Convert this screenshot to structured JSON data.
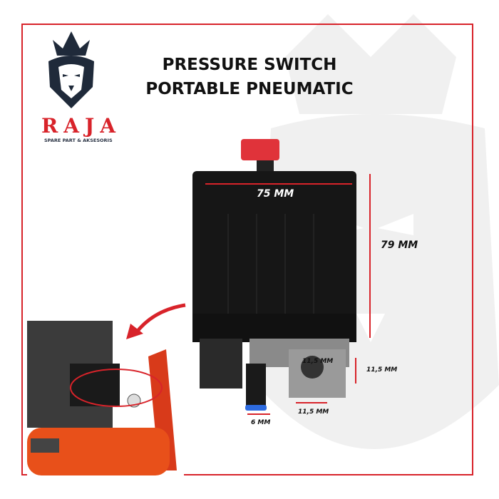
{
  "title": {
    "line1": "PRESSURE SWITCH",
    "line2": "PORTABLE PNEUMATIC"
  },
  "logo": {
    "brand": "RAJA",
    "tagline": "SPARE PART & AKSESORIS",
    "icon": "crowned-lion-icon"
  },
  "dimensions": {
    "width": "75 MM",
    "height": "79 MM",
    "port_inner": "11,5 MM",
    "port_side": "11,5 MM",
    "port_bottom": "11,5 MM",
    "fitting": "6 MM"
  },
  "colors": {
    "accent": "#d8232a",
    "dark": "#1f2a3a"
  }
}
